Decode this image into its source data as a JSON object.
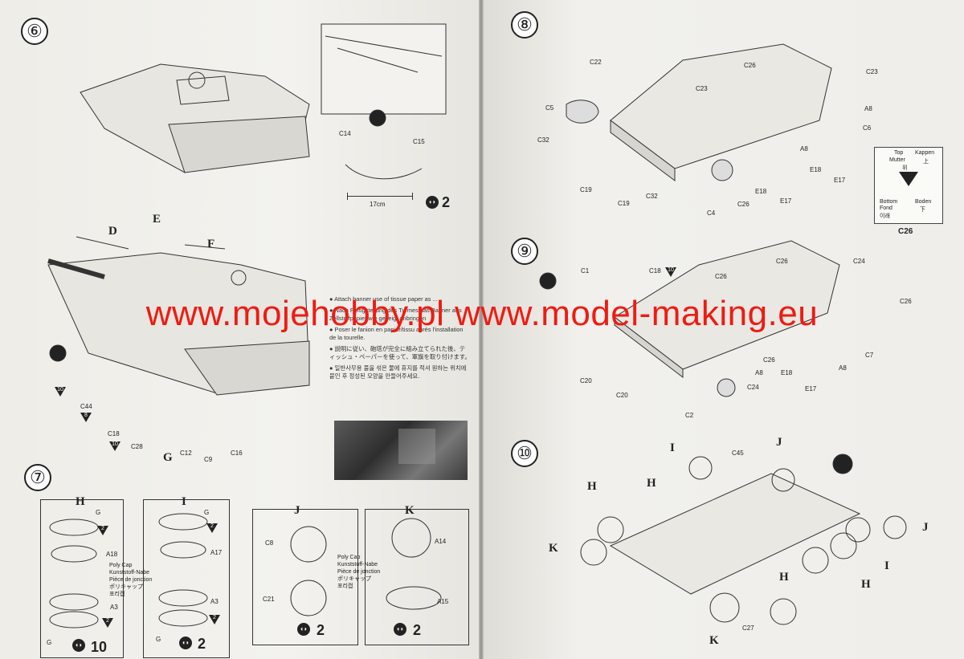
{
  "watermark": "www.mojehobby.pl www.model-making.eu",
  "steps": [
    {
      "num": "⑥",
      "id": "6"
    },
    {
      "num": "⑦",
      "id": "7"
    },
    {
      "num": "⑧",
      "id": "8"
    },
    {
      "num": "⑨",
      "id": "9"
    },
    {
      "num": "⑩",
      "id": "10"
    }
  ],
  "step6": {
    "assemblies": [
      "D",
      "E",
      "F",
      "G"
    ],
    "parts": [
      "C14",
      "C15",
      "C44",
      "C18",
      "C28",
      "C12",
      "C9",
      "C16"
    ],
    "ruler_label": "17cm",
    "qty": "2",
    "badges": {
      "c44": "8",
      "c18": "10",
      "left": "10"
    },
    "banner_note": [
      "● Attach banner use of tissue paper as ...",
      "● Nach Fertigstellung des Turmes das Banner aus Zellstoffpapier wie gezeigt anbringen",
      "● Poser le fanion en papier/tissu après l'installation de la tourelle.",
      "● 説明に従い、砲塔が完全に組み立てられた後、ティッシュ・ペーパーを使って、軍旗を取り付けます。",
      "● 일반사무용 풀을 섞은 물에 휴지를 적셔 원하는 위치에 붙인 후 정성된 모양을 만들어주세요."
    ]
  },
  "step7": {
    "panels": [
      {
        "title": "H",
        "parts": [
          "G",
          "A18",
          "A3",
          "G"
        ],
        "tri": [
          "2",
          "2"
        ],
        "qty": "10"
      },
      {
        "title": "I",
        "parts": [
          "G",
          "A17",
          "A3",
          "G"
        ],
        "tri": [
          "2",
          "2"
        ],
        "qty": "2"
      },
      {
        "title": "J",
        "parts": [
          "C8",
          "C21"
        ],
        "qty": "2"
      },
      {
        "title": "K",
        "parts": [
          "A14",
          "A15"
        ],
        "qty": "2"
      }
    ],
    "polycap": [
      "Poly Cap",
      "Kunststoff-Nabe",
      "Pièce de jonction",
      "ポリキャップ",
      "포리캡"
    ]
  },
  "step8": {
    "parts": [
      "C22",
      "C26",
      "C23",
      "C23",
      "C5",
      "A8",
      "C6",
      "C32",
      "A8",
      "E18",
      "C19",
      "C32",
      "C19",
      "C4",
      "C26",
      "E18",
      "E17",
      "E17"
    ],
    "legend": {
      "top": "Top",
      "mutter": "Mutter",
      "fr": "위",
      "kappen": "Kappen",
      "kappen2": "上",
      "bottom": "Bottom",
      "fond": "Fond",
      "kr": "이래",
      "boden": "Boden",
      "boden2": "下",
      "caption": "C26"
    }
  },
  "step9": {
    "parts": [
      "C1",
      "C18",
      "C26",
      "C24",
      "C26",
      "C26",
      "C7",
      "C26",
      "E18",
      "A8",
      "C20",
      "C24",
      "A8",
      "E17",
      "C20",
      "C2"
    ],
    "badge": "10"
  },
  "step10": {
    "labels": [
      "I",
      "C45",
      "J",
      "H",
      "H",
      "J",
      "K",
      "I",
      "H",
      "H",
      "K",
      "C27"
    ]
  }
}
